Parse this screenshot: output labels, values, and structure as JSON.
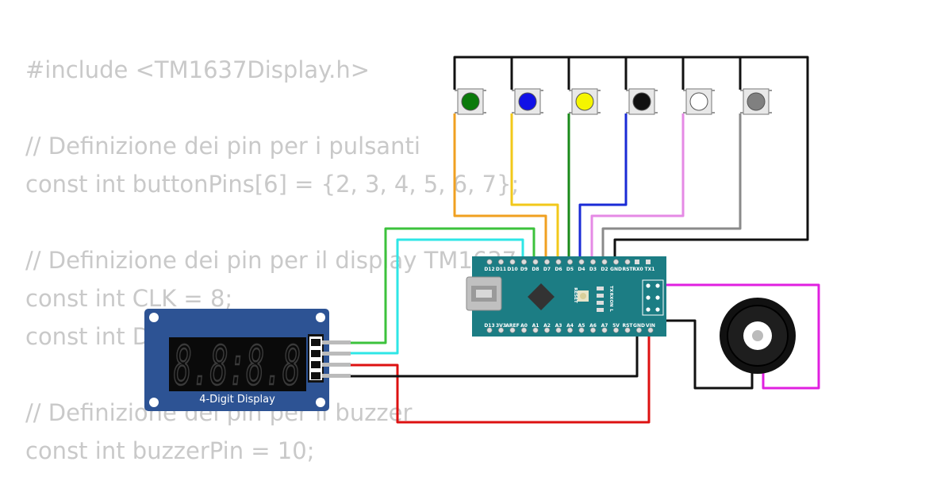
{
  "code_lines": [
    "#include <TM1637Display.h>",
    "",
    "// Definizione dei pin per i pulsanti",
    "const int buttonPins[6] = {2, 3, 4, 5, 6, 7};",
    "",
    "// Definizione dei pin per il display TM1637",
    "const int CLK = 8;",
    "const int DIO = 9;",
    "",
    "// Definizione dei pin per il buzzer",
    "const int buzzerPin = 10;"
  ],
  "buttons": [
    {
      "name": "green",
      "color": "#0a7a0a",
      "wire_color": "#f0a020"
    },
    {
      "name": "blue",
      "color": "#1010e6",
      "wire_color": "#f2c81a"
    },
    {
      "name": "yellow",
      "color": "#f5f500",
      "wire_color": "#1a8a1a"
    },
    {
      "name": "black",
      "color": "#111111",
      "wire_color": "#1a2bd6"
    },
    {
      "name": "white",
      "color": "#ffffff",
      "wire_color": "#e58ae5"
    },
    {
      "name": "gray",
      "color": "#808080",
      "wire_color": "#8a8a8a"
    }
  ],
  "board": {
    "top_pins": [
      "D12",
      "D11",
      "D10",
      "D9",
      "D8",
      "D7",
      "D6",
      "D5",
      "D4",
      "D3",
      "D2",
      "GND",
      "RST",
      "RX0",
      "TX1"
    ],
    "bottom_pins": [
      "D13",
      "3V3",
      "AREF",
      "A0",
      "A1",
      "A2",
      "A3",
      "A4",
      "A5",
      "A6",
      "A7",
      "5V",
      "RST",
      "GND",
      "VIN"
    ],
    "side_labels": [
      "TX",
      "RX",
      "ON",
      "L"
    ],
    "reset_label": "RESET"
  },
  "display": {
    "label": "4-Digit Display",
    "digits": "8.8:8.8"
  },
  "wire_colors": {
    "clk": "#3cc23c",
    "dio": "#2ee6e6",
    "vcc": "#dd1111",
    "gnd": "#111111",
    "buzzer": "#e020e0"
  }
}
